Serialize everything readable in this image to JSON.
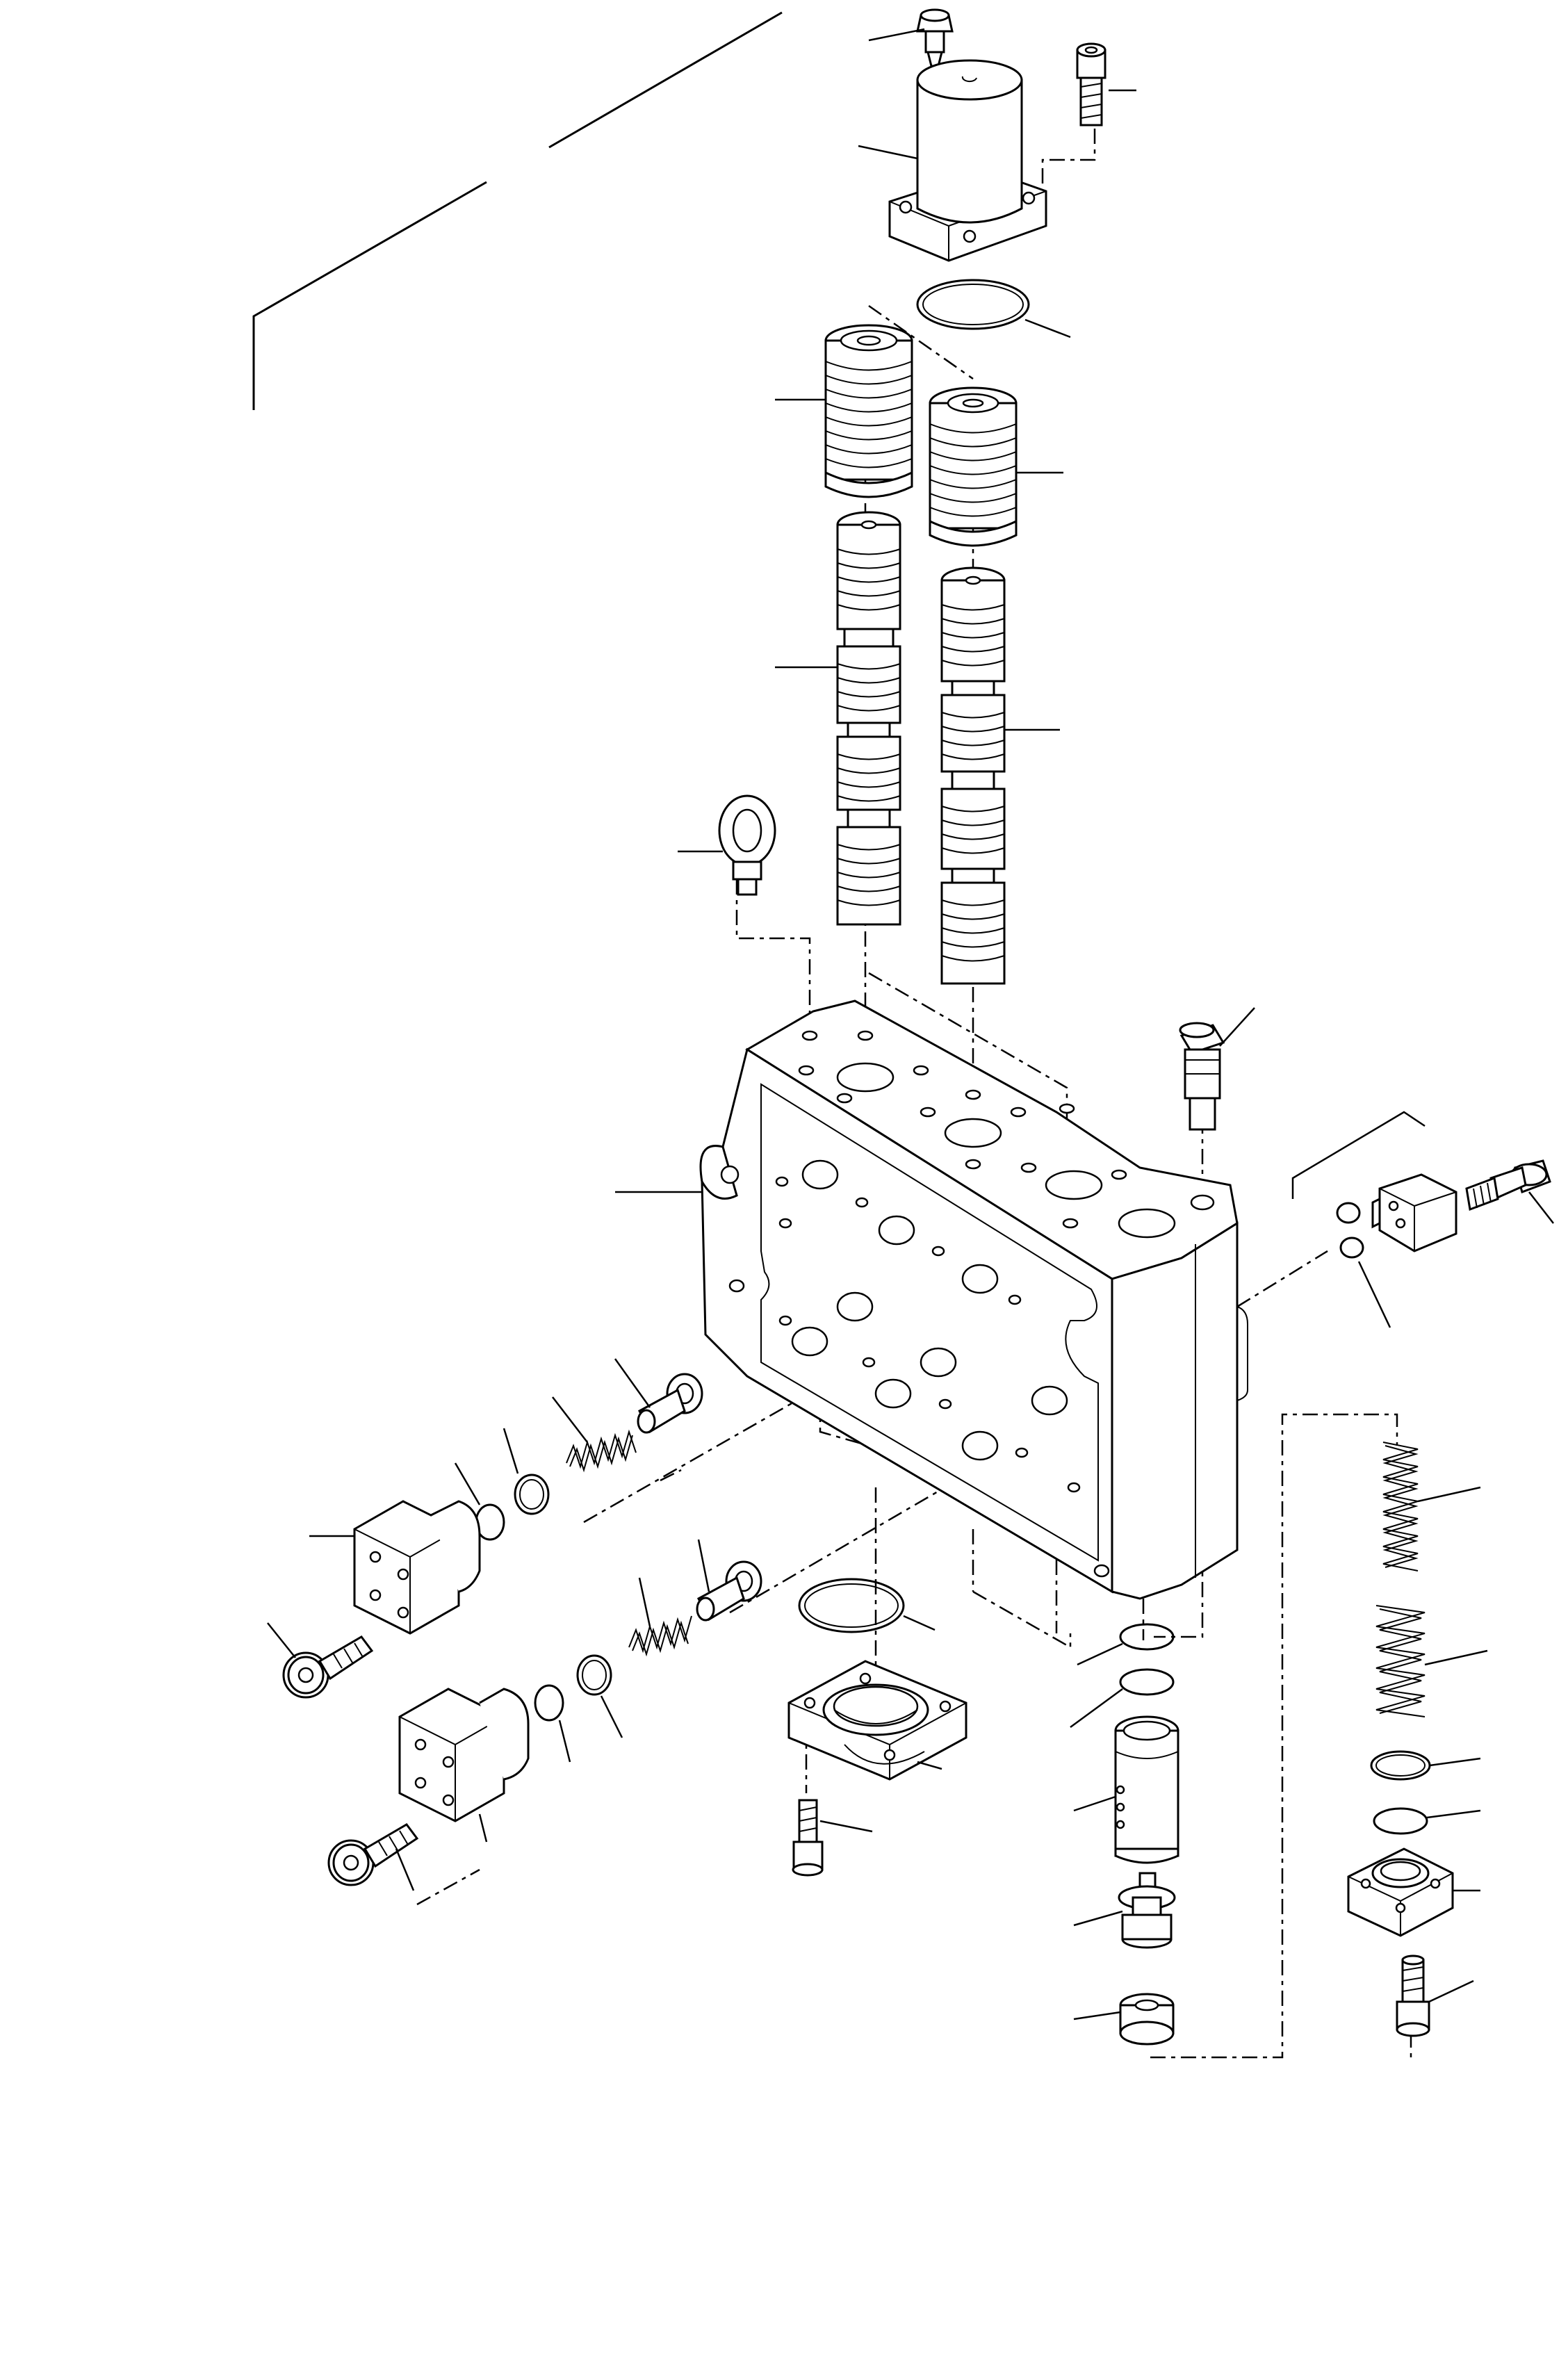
{
  "figure": {
    "kind": "exploded parts diagram",
    "line_color": "#000000",
    "background_color": "#ffffff"
  },
  "parts": [
    {
      "id": "air-bleed-plug"
    },
    {
      "id": "solenoid-cover"
    },
    {
      "id": "cap-screw-top"
    },
    {
      "id": "o-ring-top"
    },
    {
      "id": "spool-spring-left"
    },
    {
      "id": "spool-spring-right"
    },
    {
      "id": "main-spool-left"
    },
    {
      "id": "main-spool-right"
    },
    {
      "id": "eye-bolt"
    },
    {
      "id": "relief-valve-plug"
    },
    {
      "id": "valve-housing"
    },
    {
      "id": "side-cover-right"
    },
    {
      "id": "cap-screw-side-right"
    },
    {
      "id": "o-rings-side-right"
    },
    {
      "id": "check-poppet-upper"
    },
    {
      "id": "check-spring-upper"
    },
    {
      "id": "o-rings-upper-left"
    },
    {
      "id": "end-cover-upper-left"
    },
    {
      "id": "cap-screw-upper-left"
    },
    {
      "id": "check-poppet-lower"
    },
    {
      "id": "check-spring-lower"
    },
    {
      "id": "o-rings-lower-left"
    },
    {
      "id": "end-cover-lower-left"
    },
    {
      "id": "cap-screw-lower-left"
    },
    {
      "id": "bottom-o-ring"
    },
    {
      "id": "bottom-flange-cover"
    },
    {
      "id": "cap-screw-bottom"
    },
    {
      "id": "o-rings-bottom-right"
    },
    {
      "id": "sleeve"
    },
    {
      "id": "poppet-bottom"
    },
    {
      "id": "seat-bottom"
    },
    {
      "id": "outer-spring-right"
    },
    {
      "id": "inner-spring-right"
    },
    {
      "id": "o-rings-lower-right"
    },
    {
      "id": "plug-cover-lower-right"
    },
    {
      "id": "cap-screw-lower-right"
    }
  ]
}
